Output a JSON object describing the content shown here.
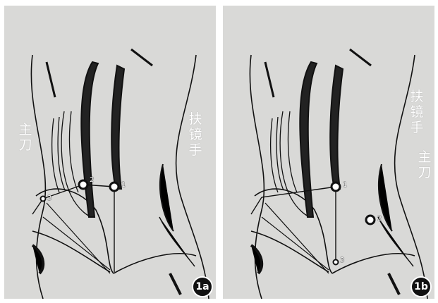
{
  "panels": [
    {
      "id": "1a",
      "badge": "1a",
      "labels": {
        "main_knife": "主刀",
        "assistant_scope": "扶镜手"
      },
      "ports": [
        "1",
        "2",
        "3"
      ]
    },
    {
      "id": "1b",
      "badge": "1b",
      "labels": {
        "main_knife": "主刀",
        "assistant_scope": "扶镜手"
      },
      "ports": [
        "1",
        "2",
        "3"
      ]
    }
  ],
  "colors": {
    "background": "#d9d9d7",
    "ink": "#111111",
    "badge": "#111111"
  }
}
